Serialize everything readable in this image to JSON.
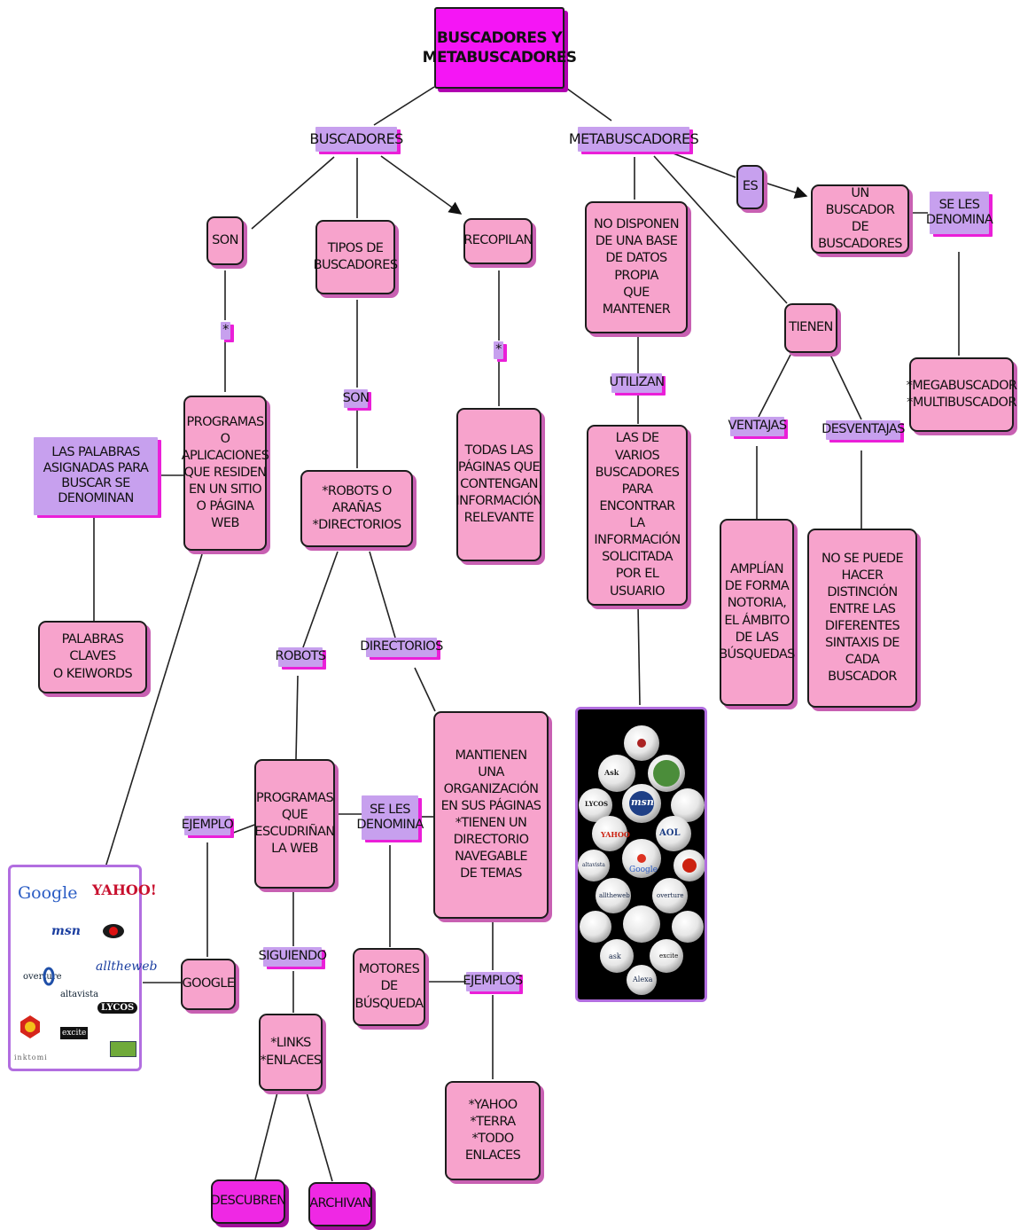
{
  "title": "BUSCADORES Y\nMETABUSCADORES",
  "concepts": {
    "buscadores": "BUSCADORES",
    "metabuscadores": "METABUSCADORES",
    "son_1": "SON",
    "tipos": "TIPOS DE\nBUSCADORES",
    "recopilan": "RECOPILAN",
    "no_disponen": "NO DISPONEN\nDE UNA BASE\nDE DATOS PROPIA\nQUE MANTENER",
    "es": "ES",
    "un_buscador": "UN BUSCADOR\nDE BUSCADORES",
    "se_les_1": "SE LES\nDENOMINA",
    "programas_aplicaciones": "PROGRAMAS O\nAPLICACIONES\nQUE RESIDEN\nEN UN SITIO\nO PÁGINA WEB",
    "palabras_asignadas": "LAS PALABRAS\nASIGNADAS PARA\nBUSCAR SE DENOMINAN",
    "palabras_claves": "PALABRAS CLAVES\nO KEIWORDS",
    "robots_directorios": "*ROBOTS O ARAÑAS\n*DIRECTORIOS",
    "todas_paginas": "TODAS LAS\nPÁGINAS QUE\nCONTENGAN\nINFORMACIÓN\nRELEVANTE",
    "las_de_varios": "LAS DE VARIOS\nBUSCADORES\nPARA ENCONTRAR\nLA INFORMACIÓN\nSOLICITADA\nPOR EL USUARIO",
    "tienen": "TIENEN",
    "mega": "*MEGABUSCADOR\n*MULTIBUSCADOR",
    "amplian": "AMPLÍAN\nDE FORMA\nNOTORIA,\nEL ÁMBITO\nDE LAS\nBÚSQUEDAS",
    "no_se_puede": "NO SE PUEDE\nHACER DISTINCIÓN\nENTRE LAS\nDIFERENTES\nSINTAXIS DE\nCADA BUSCADOR",
    "programas_escudrinan": "PROGRAMAS\nQUE\nESCUDRIÑAN\nLA WEB",
    "mantienen": "MANTIENEN\nUNA ORGANIZACIÓN\nEN SUS PÁGINAS\n*TIENEN UN\nDIRECTORIO\nNAVEGABLE\nDE TEMAS",
    "google": "GOOGLE",
    "motores": "MOTORES DE\nBÚSQUEDA",
    "links": "*LINKS\n*ENLACES",
    "yahoo_terra": "*YAHOO\n*TERRA\n*TODO ENLACES",
    "descubren": "DESCUBREN",
    "archivan": "ARCHIVAN"
  },
  "links": {
    "star_1": "*",
    "star_2": "*",
    "son_2": "SON",
    "utilizan": "UTILIZAN",
    "ventajas": "VENTAJAS",
    "desventajas": "DESVENTAJAS",
    "robots": "ROBOTS",
    "directorios": "DIRECTORIOS",
    "ejemplo": "EJEMPLO",
    "se_les_2": "SE LES\nDENOMINA",
    "siguiendo": "SIGUIENDO",
    "ejemplos": "EJEMPLOS"
  },
  "image_left": {
    "logos": [
      "Google",
      "YAHOO!",
      "msn",
      "alltheweb",
      "overture",
      "altavista",
      "LYCOS",
      "inktomi",
      "excite"
    ]
  },
  "image_right": {
    "logos": [
      "Ask",
      "msn",
      "YAHOO",
      "AOL",
      "Google",
      "LYCOS",
      "altavista",
      "overture",
      "alltheweb",
      "excite",
      "Alexa",
      "ask"
    ]
  },
  "colors": {
    "concept": "#f7a3cc",
    "concept_shadow": "#c860b2",
    "main": "#f515f5",
    "link_label": "#c7a0ee",
    "link_shadow": "#ea1fd8",
    "leaf": "#ef28e4",
    "frame": "#b26ee0"
  }
}
